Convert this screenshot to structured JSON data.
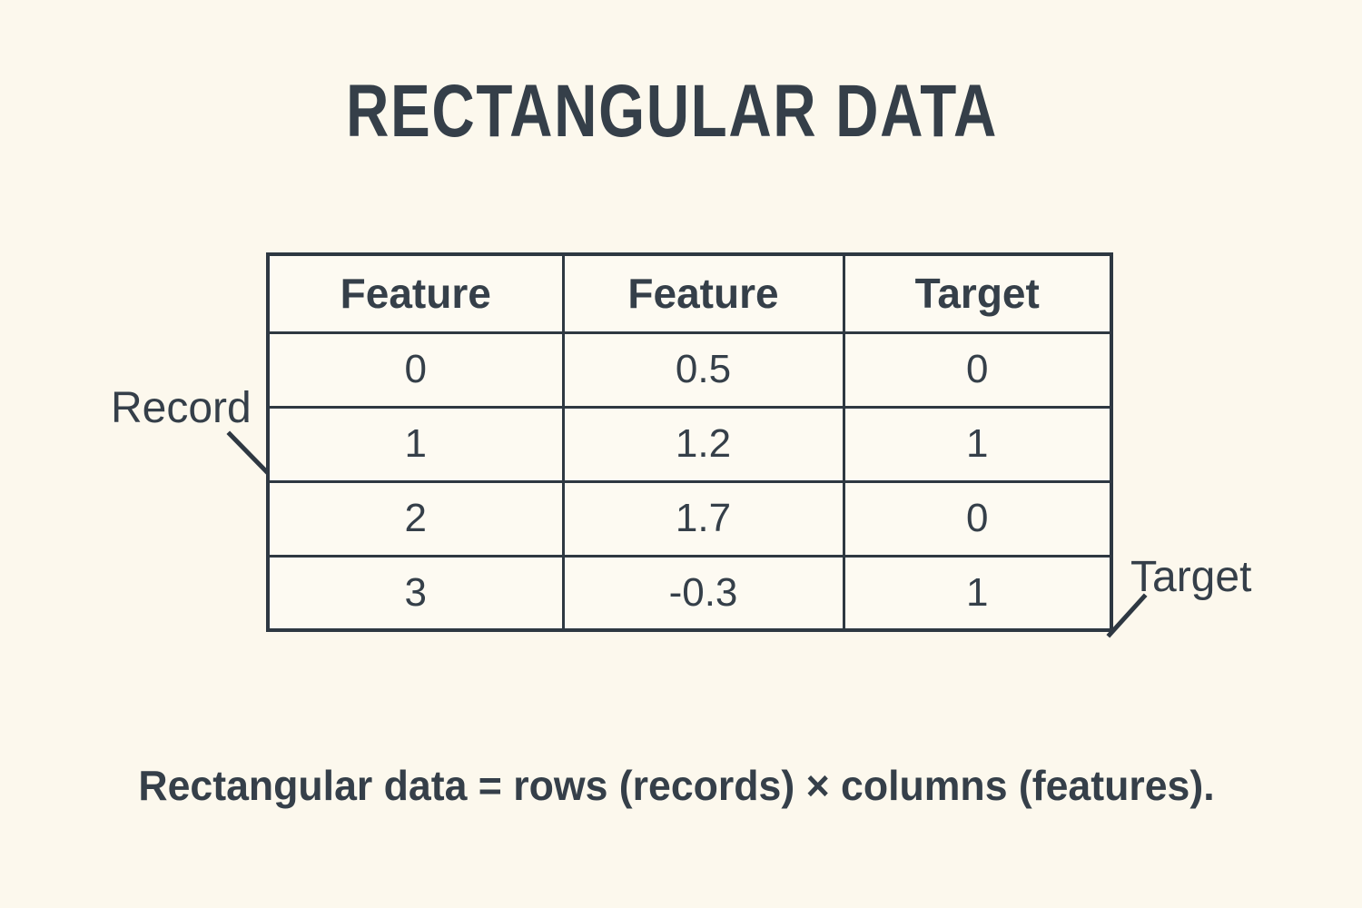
{
  "title": "RECTANGULAR DATA",
  "table": {
    "headers": [
      "Feature",
      "Feature",
      "Target"
    ],
    "rows": [
      [
        "0",
        "0.5",
        "0"
      ],
      [
        "1",
        "1.2",
        "1"
      ],
      [
        "2",
        "1.7",
        "0"
      ],
      [
        "3",
        "-0.3",
        "1"
      ]
    ]
  },
  "annotations": {
    "record_label": "Record",
    "target_label": "Target"
  },
  "caption": "Rectangular data = rows (records) × columns (features).",
  "colors": {
    "background": "#fcf8ed",
    "cell_background": "#fdfaf2",
    "ink": "#353f49",
    "border": "#2e3842"
  }
}
